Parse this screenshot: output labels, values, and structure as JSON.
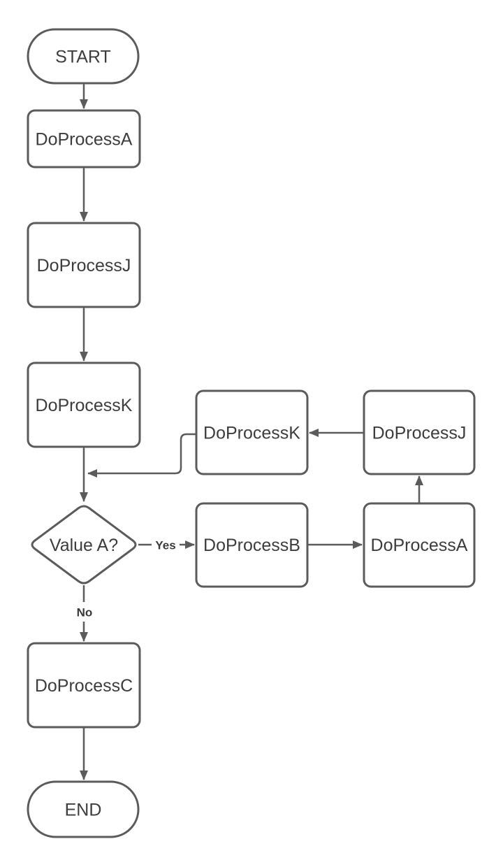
{
  "diagram": {
    "type": "flowchart",
    "background_color": "#ffffff",
    "stroke_color": "#5b5b5b",
    "node_text_color": "#3d3d3d",
    "edge_label_color": "#3a3a3a",
    "nodes": {
      "start": {
        "label": "START",
        "shape": "terminator"
      },
      "process_a": {
        "label": "DoProcessA",
        "shape": "process"
      },
      "process_j": {
        "label": "DoProcessJ",
        "shape": "process"
      },
      "process_k": {
        "label": "DoProcessK",
        "shape": "process"
      },
      "decision_value_a": {
        "label": "Value A?",
        "shape": "decision"
      },
      "process_b": {
        "label": "DoProcessB",
        "shape": "process"
      },
      "process_a_right": {
        "label": "DoProcessA",
        "shape": "process"
      },
      "process_j_right": {
        "label": "DoProcessJ",
        "shape": "process"
      },
      "process_k_right": {
        "label": "DoProcessK",
        "shape": "process"
      },
      "process_c": {
        "label": "DoProcessC",
        "shape": "process"
      },
      "end": {
        "label": "END",
        "shape": "terminator"
      }
    },
    "edge_labels": {
      "yes": "Yes",
      "no": "No"
    },
    "edges": [
      {
        "from": "start",
        "to": "process_a"
      },
      {
        "from": "process_a",
        "to": "process_j"
      },
      {
        "from": "process_j",
        "to": "process_k"
      },
      {
        "from": "process_k",
        "to": "decision_value_a"
      },
      {
        "from": "decision_value_a",
        "to": "process_b",
        "label": "Yes"
      },
      {
        "from": "process_b",
        "to": "process_a_right"
      },
      {
        "from": "process_a_right",
        "to": "process_j_right"
      },
      {
        "from": "process_j_right",
        "to": "process_k_right"
      },
      {
        "from": "process_k_right",
        "to": "decision_value_a"
      },
      {
        "from": "decision_value_a",
        "to": "process_c",
        "label": "No"
      },
      {
        "from": "process_c",
        "to": "end"
      }
    ]
  }
}
